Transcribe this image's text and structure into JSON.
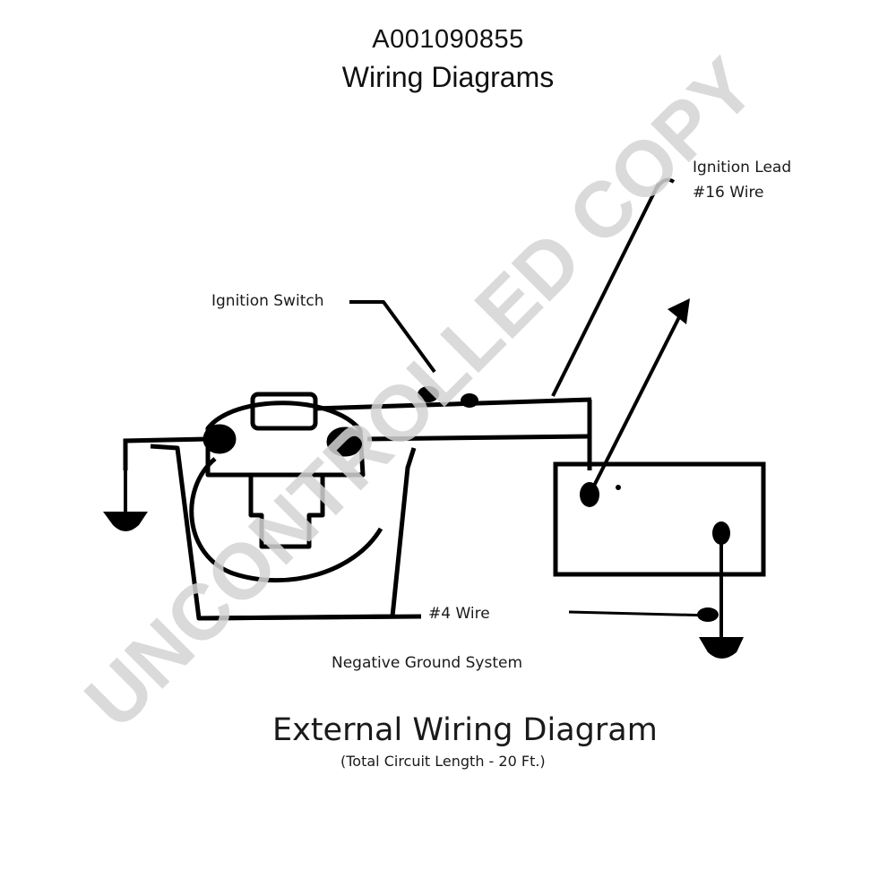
{
  "header": {
    "part_number": "A001090855",
    "title": "Wiring Diagrams"
  },
  "diagram": {
    "labels": {
      "ignition_lead": "Ignition Lead",
      "wire_16": "#16 Wire",
      "ignition_switch": "Ignition Switch",
      "wire_4": "#4 Wire",
      "negative_ground": "Negative Ground System",
      "diagram_title": "External Wiring Diagram",
      "circuit_length": "(Total Circuit Length - 20 Ft.)"
    },
    "watermark": "UNCONTROLLED COPY"
  }
}
